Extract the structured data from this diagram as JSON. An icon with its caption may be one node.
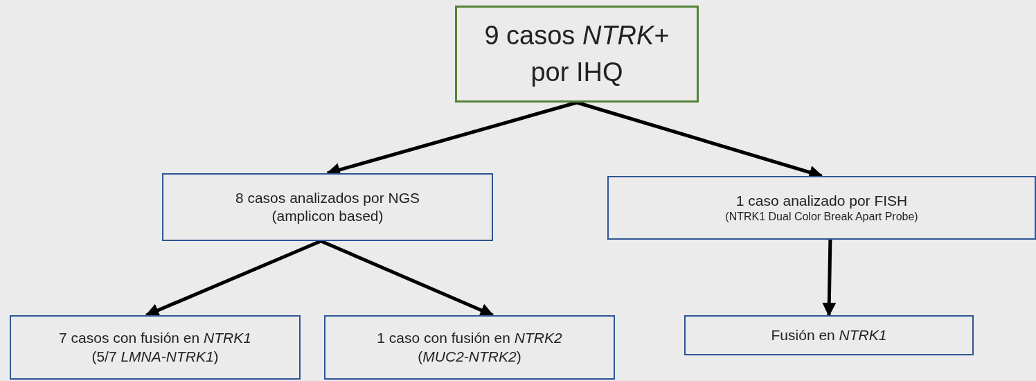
{
  "diagram": {
    "nodes": [
      {
        "text": [
          "9 casos *NTRK*+ por IHQ"
        ]
      },
      {
        "text": [
          "8 casos analizados por NGS",
          "(amplicon based)"
        ]
      },
      {
        "text": [
          "1 caso analizado por FISH",
          "(NTRK1 Dual Color Break Apart Probe)"
        ]
      },
      {
        "text": [
          "7 casos con fusión en *NTRK1*",
          "(5/7 *LMNA-NTRK1*)"
        ]
      },
      {
        "text": [
          "1 caso con fusión en *NTRK2*",
          "(*MUC2-NTRK2*)"
        ]
      },
      {
        "text": [
          "Fusión en *NTRK1*"
        ]
      }
    ],
    "edges": [
      {
        "from": 0,
        "to": 1,
        "arrow": "to"
      },
      {
        "from": 0,
        "to": 2,
        "arrow": "to"
      },
      {
        "from": 1,
        "to": 3,
        "arrow": "to"
      },
      {
        "from": 1,
        "to": 4,
        "arrow": "to"
      },
      {
        "from": 2,
        "to": 5,
        "arrow": "to"
      }
    ]
  }
}
